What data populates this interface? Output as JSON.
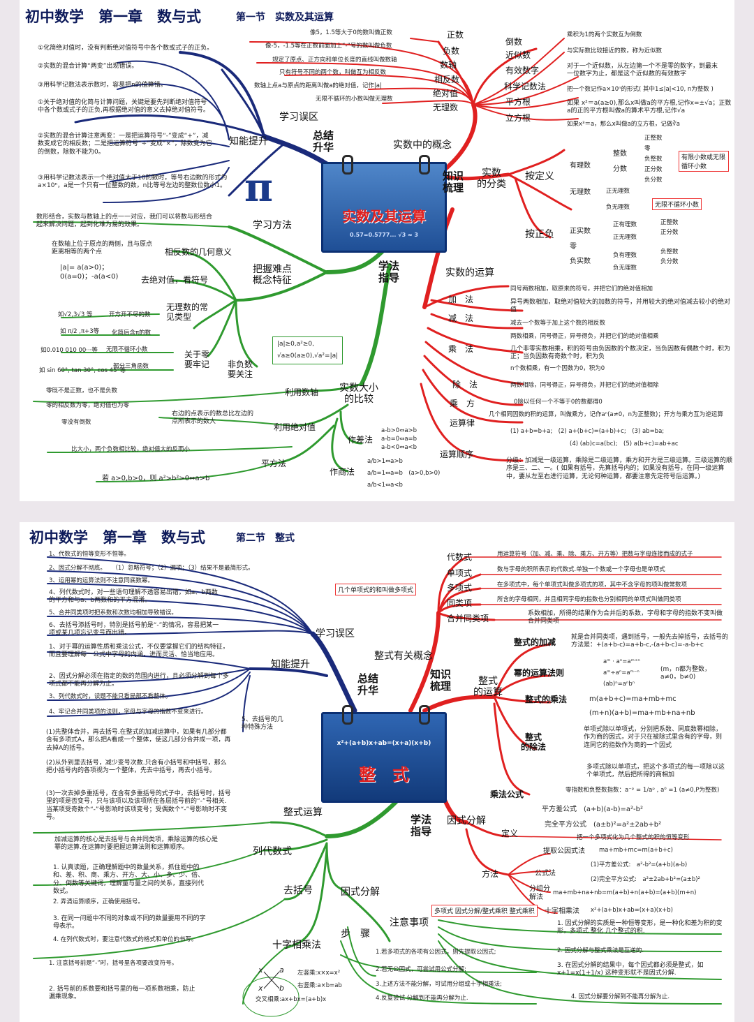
{
  "panel1": {
    "title": "初中数学　第一章　数与式",
    "section": "第一节　实数及其运算",
    "center_card": "实数及其运算",
    "card_formula": "0.57=0.5777... √3 ≈ 3",
    "pi_symbol": "π",
    "hubs": {
      "summary": "总结\n升华",
      "knowledge": "知识\n梳理",
      "method": "学法\n指导"
    },
    "nodes": {
      "mistakes": "学习误区",
      "improve": "知能提升",
      "concepts": "实数中的概念",
      "classify": "实数\n的分类",
      "by_def": "按定义",
      "by_sign": "按正负",
      "ops": "实数的运算",
      "learn_method": "学习方法",
      "grasp": "把握难点\n概念特征",
      "compare": "实数大小\n的比较"
    },
    "concepts_left": [
      "正数",
      "负数",
      "数轴",
      "相反数",
      "绝对值",
      "无理数"
    ],
    "concepts_left_notes": [
      "像5，1.5等大于0的数叫做正数",
      "像-5，-1.5等在正数前面加上“-”号的数叫做负数",
      "规定了原点、正方向和单位长度的直线叫做数轴",
      "只有符号不同的两个数，叫做互为相反数",
      "数轴上点a与原点的距离叫做a的绝对值，记作|a|",
      "无限不循环的小数叫做无理数"
    ],
    "concepts_right": [
      "倒数",
      "近似数",
      "有效数字",
      "科学记数法",
      "平方根",
      "立方根"
    ],
    "concepts_right_notes": [
      "乘积为1的两个实数互为倒数",
      "与实际数比较接近的数，称为近似数",
      "对于一个近似数，从左边第一个不是零的数字，到最末一位数字为止，都是这个近似数的有效数字",
      "把一个数记作a×10ⁿ的形式( 其中1≤|a|<10, n为整数 )",
      "如果 x²＝a(a≥0),那么x叫做a的平方根,记作x=±√a；正数a的正的平方根叫做a的算术平方根,记作√a",
      "如果x³＝a，那么x叫做a的立方根，记做∛a"
    ],
    "classify_def": [
      "有理数",
      "无理数",
      "整数",
      "分数",
      "正整数",
      "零",
      "负整数",
      "正分数",
      "负分数",
      "正无理数",
      "负无理数"
    ],
    "classify_def_boxes": [
      "有限小数或无限循环小数",
      "无限不循环小数"
    ],
    "classify_sign": [
      "正实数",
      "零",
      "负实数",
      "正有理数",
      "正无理数",
      "负有理数",
      "负无理数",
      "正整数",
      "正分数",
      "负整数",
      "负分数"
    ],
    "ops_items": [
      "加　法",
      "减　法",
      "乘　法",
      "除　法",
      "乘　方",
      "运算律",
      "运算顺序"
    ],
    "ops_notes": [
      "同号两数相加，取原来的符号，并把它们的绝对值相加",
      "异号两数相加，取绝对值较大的加数的符号，并用较大的绝对值减去较小的绝对值",
      "减去一个数等于加上这个数的相反数",
      "两数相乘，同号得正，异号得负，并把它们的绝对值相乘",
      "几个非零实数相乘，积的符号由负因数的个数决定，当负因数有偶数个时，积为正；当负因数有奇数个时，积为负",
      "n个数相乘，有一个因数为0，积为0",
      "两数相除，同号得正，异号得负，并把它们的绝对值相除",
      "0除以任何一个不等于0的数都得0",
      "几个相同因数的积的运算，叫做乘方，记作aⁿ(a≠0，n为正整数)；开方与乘方互为逆运算",
      "(1) a+b=b+a;　(2) a+(b+c)=(a+b)+c;　(3) ab=ba;",
      "(4) (ab)c=a(bc);　(5) a(b+c)=ab+ac",
      "分级：加减是一级运算，乘除是二级运算，乘方和开方是三级运算。三级运算的顺序是三、二、一。( 如果有括号，先算括号内的；如果没有括号，在同一级运算中，要从左至右进行运算，无论何种运算，都要注意先定符号后运算。)"
    ],
    "mistakes_notes": [
      "①化简绝对值时，没有判断绝对值符号中各个数或式子的正负。",
      "②实数的混合计算“两变”出现错误。",
      "③用科学记数法表示数时，容易把n的值算错。"
    ],
    "improve_notes": [
      "①关于绝对值的化简与计算问题，关键是要先判断绝对值符号中各个数或式子的正负,再根据绝对值的意义去掉绝对值符号。",
      "②实数的混合计算注意两变：一是把运算符号“-”变成“+”，减数变成它的相反数；二是把运算符号“÷”变成“×”，除数变为它的倒数，除数不能为0。",
      "③用科学记数法表示一个绝对值大于10的数时，等号右边数的形式为a×10ⁿ，a是一个只有一位整数的数，n比等号左边的整数位数小1。"
    ],
    "method_notes": "数形结合，实数与数轴上的点一一对应，我们可以将数与形结合起来解决问题，起到化难为易的效果。",
    "grasp_items": [
      "相反数的几何意义",
      "去绝对值，看符号",
      "无理数的常见类型",
      "关于零要牢记",
      "非负数要关注"
    ],
    "grasp_notes": [
      "在数轴上位于原点的两侧，且与原点距离相等的两个点",
      "|a|= a(a>0)；0(a=0)；-a(a<0)",
      "如√2,3√3 等",
      "开方开不尽的数",
      "如 π/2 ,π+3等",
      "化简后含π的数",
      "如0.010 010 00···等",
      "无限不循环小数",
      "如 sin 60°, tan 30°, cos 45°等",
      "部分三角函数",
      "零既不是正数，也不是负数",
      "零的相反数为零，绝对值也为零",
      "零没有倒数",
      "|a|≥0,a²≥0,",
      "√a≥0(a≥0),√a²=|a|"
    ],
    "compare_items": [
      "利用数轴",
      "利用绝对值",
      "作差法",
      "作商法",
      "平方法"
    ],
    "compare_notes": [
      "右边的点表示的数总比左边的点所表示的数大",
      "比大小，两个负数相比较，绝对值大的反而小",
      "a-b>0⇔a>b",
      "a-b=0⇔a=b",
      "a-b<0⇔a<b",
      "a/b>1⇔a>b",
      "a/b=1⇔a=b　(a>0,b>0)",
      "a/b<1⇔a<b",
      "若 a>0,b>0，则 a²>b²>0⇔a>b"
    ]
  },
  "panel2": {
    "title": "初中数学　第一章　数与式",
    "section": "第二节　整式",
    "center_card": "整　式",
    "card_formula": "x²+(a+b)x+ab=(x+a)(x+b)",
    "hubs": {
      "summary": "总结\n升华",
      "knowledge": "知识\n梳理",
      "method": "学法\n指导"
    },
    "nodes": {
      "mistakes": "学习误区",
      "improve": "知能提升",
      "concepts": "整式有关概念",
      "ops": "整式\n的运算",
      "factor": "因式分解",
      "poly_ops": "整式运算",
      "algebra": "列代数式",
      "brackets": "去括号",
      "factor2": "因式分解",
      "cross": "十字相乘法",
      "steps": "步　骤",
      "notes": "注意事项"
    },
    "mistakes_notes": [
      "1、代数式的恒等变形不恒等。",
      "2、因式分解不彻底。　　（1）忽略符号；（2）漏项；（3）结果不是最简形式。",
      "3、运用幂的运算法则不注意同底数幂。",
      "4、列代数式时，对一些语句理解不透容易出错，如a、b两数的平方和与a、b两数和的平方混淆。",
      "5、合并同类项时把系数和次数均相加导致错误。",
      "6、去括号添括号时，特别是括号前是“-”的情况，容易把某一项或某几项忘记变号而出错。"
    ],
    "improve_notes": [
      "1、对于幂的运算性质和乘法公式，不仅要掌握它们的结构特征，而且要理解每一公式中字母的内涵，进而灵活、恰当地应用。",
      "2、因式分解必须在指定的数的范围内进行，且必须分解到每个多项式都不能再分解为止。",
      "3、列代数式时，读题不能只看局部不看整体。",
      "4、牢记合并同类项的法则，字母与字母的指数不变来进行。",
      "5、去括号的几种特殊方法"
    ],
    "bracket_notes": [
      "(1)先整体合并，再去括号.在整式的加减运算中，如果有几部分都含有多项式A，那么把A看成一个整体，使这几部分合并成一项，再去掉A的括号。",
      "(2)从外到里去括号，减少变号次数.只含有小括号和中括号，那么把小括号内的各项视为一个整体，先去中括号，再去小括号。",
      "(3)一次去掉多重括号，在含有多重括号的式子中，去括号时，括号里的项是否变号，只与该项以及该项所在各层括号前的“-”号相关.当某项受奇数个“-”号影响时该项变号；受偶数个“-”号影响时不变号。"
    ],
    "ops_note": "加减运算的核心是去括号与合并同类项，乘除运算的核心是幂的运算.在运算时要把握运算法则和运算顺序。",
    "algebra_notes": [
      "1. 认真读题，正确理解题中的数量关系，抓住题中的和、差、积、商、乘方、开方、大、小、多、少、倍、分、倒数等关键词，理解量与量之间的关系，直接列代数式。",
      "2. 弄清运算顺序，正确使用括号。",
      "3. 在同一问题中不同的对象或不同的数量要用不同的字母表示。",
      "4. 在列代数式时，要注意代数式的格式和单位的书写。"
    ],
    "brackets_notes": [
      "1. 注意括号前是“-”时，括号里各项要改变符号。",
      "2. 括号前的系数要和括号里的每一项系数相乘，防止漏乘现象。"
    ],
    "cross_labels": [
      "x",
      "a",
      "x",
      "b",
      "左竖乘:x×x=x²",
      "右竖乘:a×b=ab",
      "交叉相乘:ax+bx=(a+b)x"
    ],
    "steps_notes": [
      "1.若多项式的各项有公因式，则先提取公因式;",
      "2.若无公因式，可尝试用公式分解;",
      "3.上述方法不能分解，可试用分组或十字相乘法;",
      "4.反复尝试 分解到不能再分解为止."
    ],
    "concept_items": [
      "代数式",
      "单项式",
      "多项式",
      "同类项",
      "合并同类项"
    ],
    "concept_notes": [
      "用运算符号（加、减、乘、除、乘方、开方等）把数与字母连接而成的式子",
      "数与字母的积所表示的代数式.单独一个数或一个字母也是单项式",
      "在多项式中，每个单项式叫做多项式的项，其中不含字母的项叫做常数项",
      "所含的字母相同，并且相同字母的指数也分别相同的单项式叫做同类项",
      "系数相加，所得的结果作为合并后的系数，字母和字母的指数不变叫做合并同类项"
    ],
    "concept_box": "几个单项式的和叫做多项式",
    "ops_items": [
      "整式的加减",
      "幂的运算法则",
      "整式的乘法",
      "整式\n的除法",
      "乘法公式"
    ],
    "ops_notes": [
      "就是合并同类项，遇到括号，一般先去掉括号，去括号的方法是：+(a+b-c)=a+b-c,-(a+b-c)=-a-b+c",
      "aᵐ · aⁿ=aᵐ⁺ⁿ",
      "aᵐ÷aⁿ=aᵐ⁻ⁿ",
      "(ab)ⁿ=aⁿbⁿ",
      "(m，n都为整数，a≠0，b≠0)",
      "m(a+b+c)=ma+mb+mc",
      "(m+n)(a+b)=ma+mb+na+nb",
      "单项式除以单项式，分别把系数、同底数幂相除，作为商的因式，对于只在被除式里含有的字母，则连同它的指数作为商的一个因式",
      "多项式除以单项式，把这个多项式的每一项除以这个单项式，然后把所得的商相加",
      "零指数和负整数指数：a⁻ᵖ = 1/aᵖ , a⁰ =1 (a≠0,P为整数)",
      "平方差公式　(a+b)(a-b)=a²-b²",
      "完全平方公式　(a±b)²=a²±2ab+b²"
    ],
    "factor_items": [
      "定义",
      "方法",
      "提取公因式法",
      "公式法",
      "分组分解法",
      "十字相乘法"
    ],
    "factor_notes": [
      "把一个多项式化为几个整式的积的恒等变形",
      "ma+mb+mc=m(a+b+c)",
      "(1)平方差公式:　a²-b²=(a+b)(a-b)",
      "(2)完全平方公式:　a²±2ab+b²=(a±b)²",
      "ma+mb+na+nb=m(a+b)+n(a+b)=(a+b)(m+n)",
      "x²+(a+b)x+ab=(x+a)(x+b)"
    ],
    "factor_box": "多项式 因式分解/整式乘积 整式乘积",
    "factor_notice": [
      "1. 因式分解的实质是一种恒等变形，是一种化和差为积的变形，多项式 整化 几个整式的积.",
      "2. 因式分解与整式乘法是互逆的.",
      "3. 在因式分解的结果中，每个因式都必须是整式，如 x+1=x(1+1/x) 这种变形就不是因式分解.",
      "4. 因式分解要分解到不能再分解为止."
    ]
  },
  "colors": {
    "summary_branch": "#1a2a7a",
    "knowledge_branch": "#e02020",
    "method_branch": "#2f9a2f",
    "card_blue": "#1f4f96",
    "card_title_red": "#e0201f"
  }
}
